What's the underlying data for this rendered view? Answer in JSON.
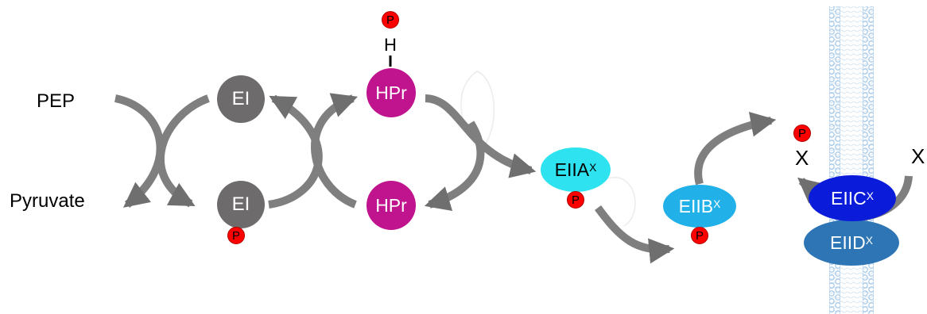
{
  "labels": {
    "pep": "PEP",
    "pyruvate": "Pyruvate",
    "h": "H",
    "x_out": "X",
    "x_in": "X"
  },
  "nodes": {
    "ei_top": "EI",
    "ei_bottom": "EI",
    "hpr_top": "HPr",
    "hpr_bottom": "HPr",
    "eiia": {
      "main": "EIIA",
      "sup": "X"
    },
    "eiib": {
      "main": "EIIB",
      "sup": "X"
    },
    "eiic": {
      "main": "EIIC",
      "sup": "X"
    },
    "eiid": {
      "main": "EIID",
      "sup": "X"
    }
  },
  "phosphate": "P",
  "colors": {
    "ei": "#6d6b6b",
    "hpr": "#c0138e",
    "eiia": "#2ee3ef",
    "eiib": "#21b0e8",
    "eiic": "#0a1bd9",
    "eiid": "#2e75b6",
    "phosphate": "#ff0000",
    "arrow": "#7f7f7f",
    "membrane": "#9dc3e6"
  }
}
